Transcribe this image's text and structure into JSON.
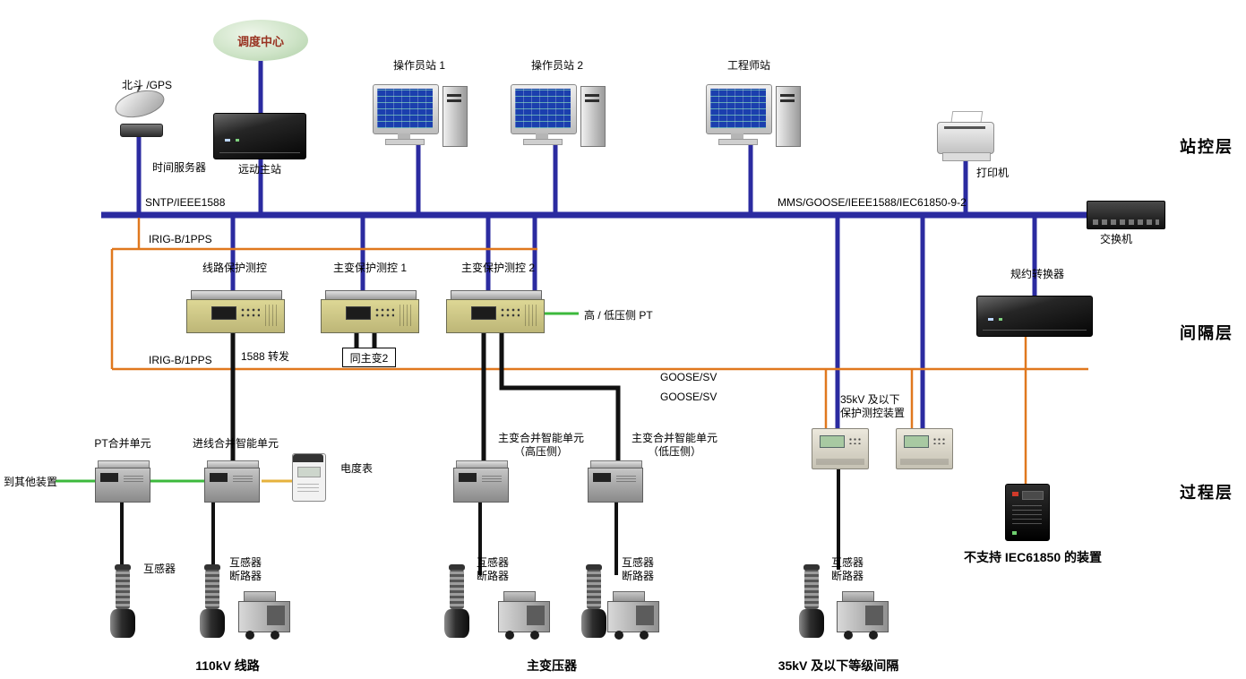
{
  "layers": {
    "station": "站控层",
    "bay": "间隔层",
    "process": "过程层"
  },
  "station": {
    "dispatch_center": "调度中心",
    "gps": "北斗 /GPS",
    "time_server": "时间服务器",
    "remote_master": "远动主站",
    "operator1": "操作员站 1",
    "operator2": "操作员站 2",
    "engineer": "工程师站",
    "printer": "打印机",
    "switch": "交换机",
    "sntp_bus": "SNTP/IEEE1588",
    "mms_bus": "MMS/GOOSE/IEEE1588/IEC61850-9-2"
  },
  "bay": {
    "irigb_top": "IRIG-B/1PPS",
    "irigb_mid": "IRIG-B/1PPS",
    "goose_sv_1": "GOOSE/SV",
    "goose_sv_2": "GOOSE/SV",
    "line_protection": "线路保护测控",
    "transformer1_protection": "主变保护测控 1",
    "transformer2_protection": "主变保护测控 2",
    "hv_lv_pt": "高 / 低压侧 PT",
    "forward_1588": "1588 转发",
    "same_as_transformer2": "同主变2",
    "protocol_converter": "规约转换器",
    "kv35_protection": "35kV 及以下\n保护测控装置"
  },
  "process": {
    "to_other_devices": "到其他装置",
    "pt_merging_unit": "PT合并单元",
    "incoming_merging_unit": "进线合并智能单元",
    "energy_meter": "电度表",
    "transformer_mu_hv": "主变合并智能单元\n（高压侧）",
    "transformer_mu_lv": "主变合并智能单元\n（低压侧）",
    "no_iec61850_device": "不支持 IEC61850 的装置"
  },
  "primary": {
    "ct": "互感器",
    "ct_cb": "互感器\n断路器",
    "line_110kv": "110kV 线路",
    "main_transformer": "主变压器",
    "kv35_bays": "35kV 及以下等级间隔"
  },
  "colors": {
    "station_bus_blue": "#2b2ba0",
    "irig_goose_orange": "#e0781e",
    "process_link_black": "#111111",
    "other_link_green": "#3cb93c",
    "meter_link_yellow": "#e6b23c",
    "dispatch_fill_green": "#c4dcbe"
  }
}
